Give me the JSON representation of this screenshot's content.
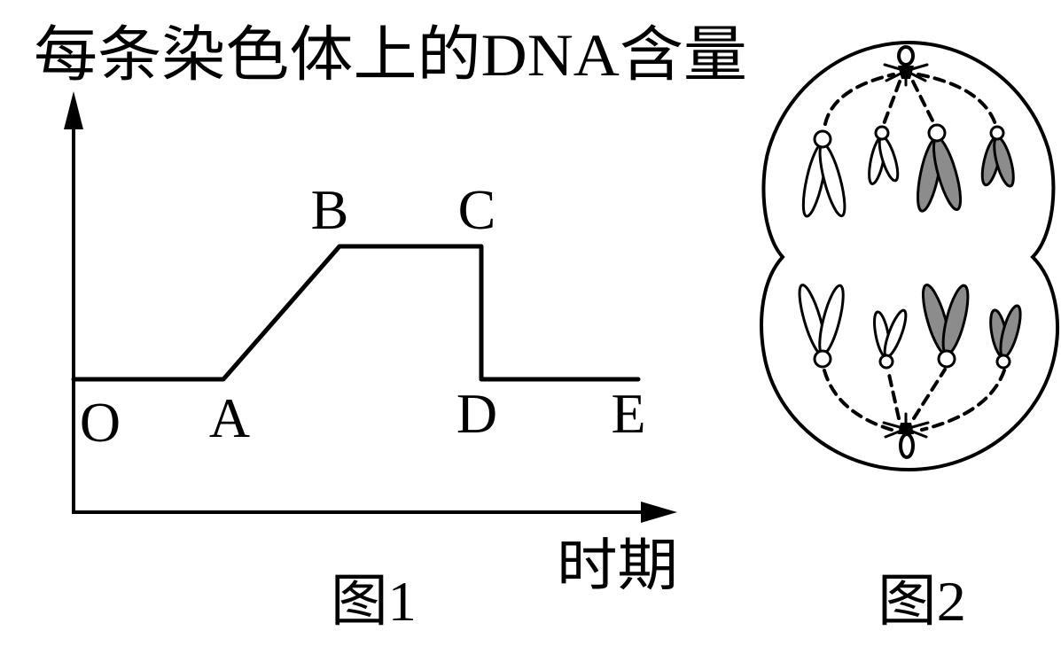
{
  "chart_data": {
    "type": "line",
    "ylabel": "每条染色体上的DNA含量",
    "xlabel": "时期",
    "points": [
      {
        "label": "O",
        "level": 1
      },
      {
        "label": "A",
        "level": 1
      },
      {
        "label": "B",
        "level": 2
      },
      {
        "label": "C",
        "level": 2
      },
      {
        "label": "D",
        "level": 1
      },
      {
        "label": "E",
        "level": 1
      }
    ]
  },
  "figure1": {
    "caption": "图1"
  },
  "figure2": {
    "caption": "图2"
  },
  "colors": {
    "ink": "#000000",
    "background": "#ffffff",
    "chromatid_light": "#ffffff",
    "chromatid_dark": "#8c8c8c"
  }
}
